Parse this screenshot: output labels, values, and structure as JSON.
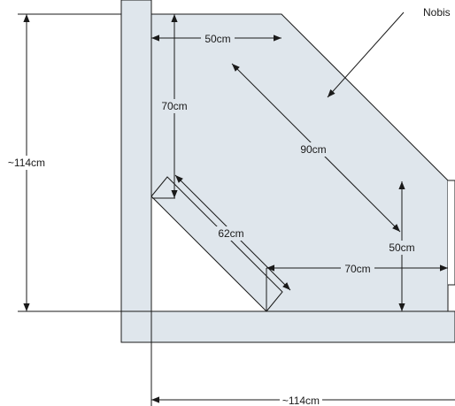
{
  "diagram": {
    "labels": {
      "callout": "Nobis",
      "left_height": "~114cm",
      "bottom_width": "~114cm",
      "top_width": "50cm",
      "left_depth": "70cm",
      "long_diagonal": "90cm",
      "short_diagonal": "62cm",
      "right_depth": "50cm",
      "bottom_run": "70cm"
    },
    "colors": {
      "surface": "#dfe6ec",
      "line": "#1a1a1a",
      "background": "#ffffff"
    }
  }
}
